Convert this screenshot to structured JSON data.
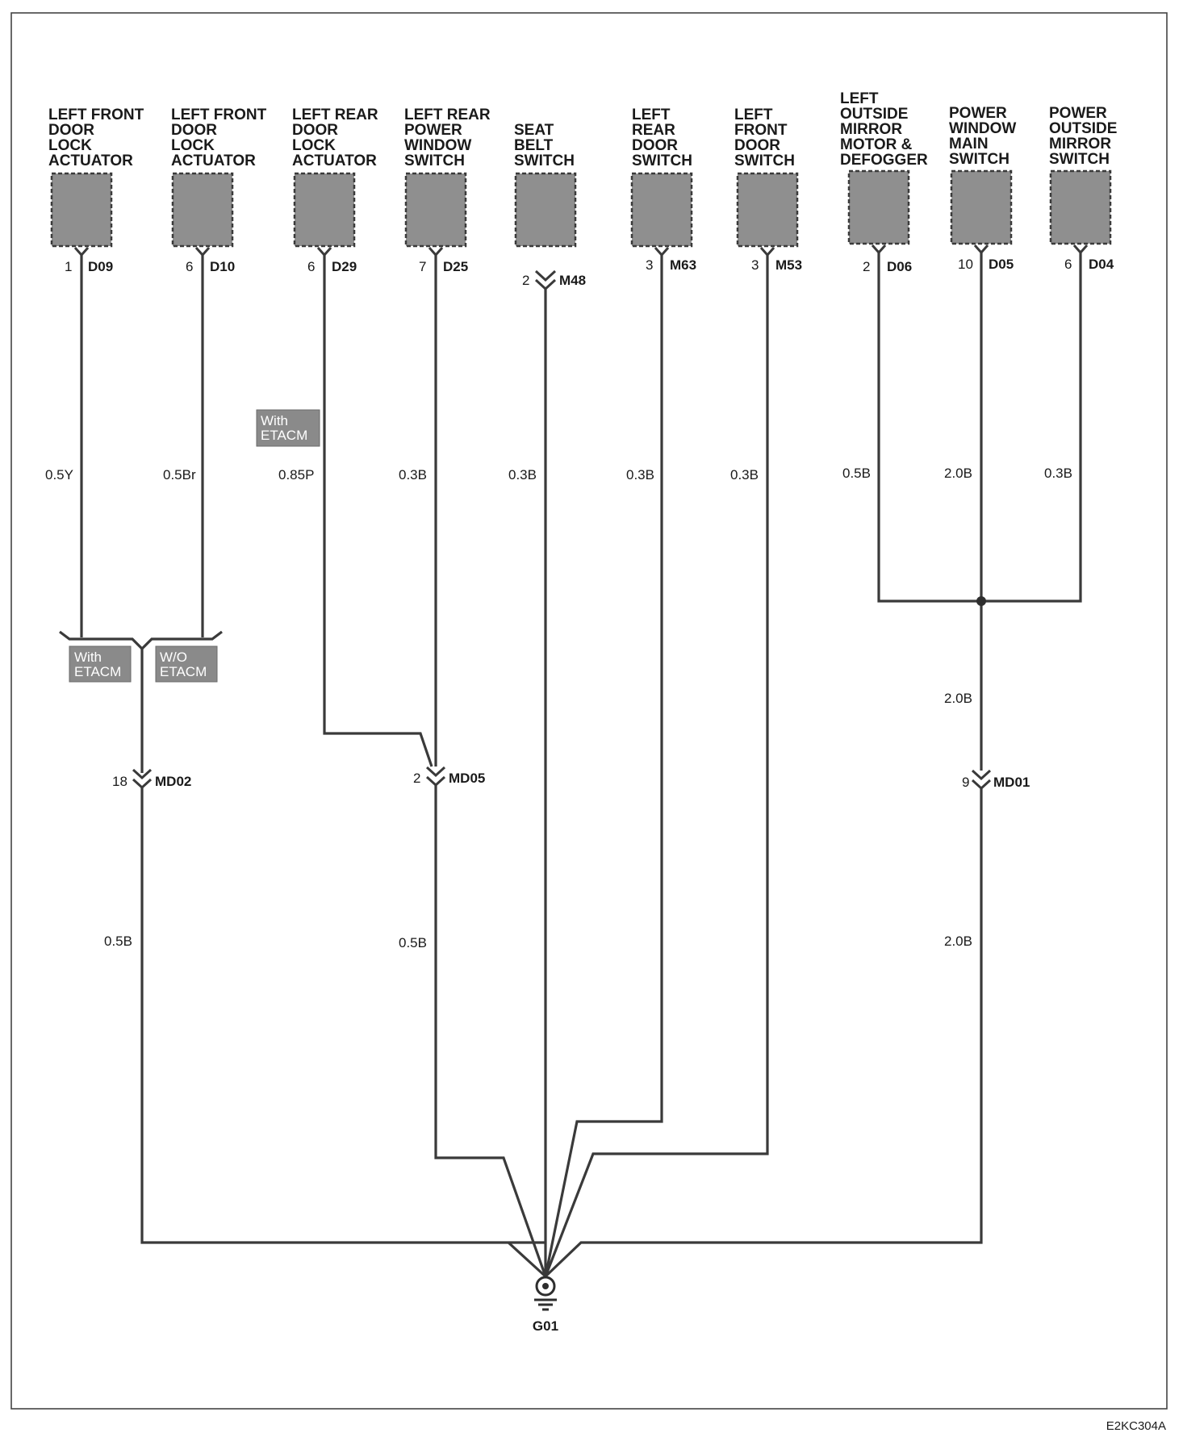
{
  "components": [
    {
      "id": "D09",
      "lines": [
        "LEFT FRONT",
        "DOOR",
        "LOCK",
        "ACTUATOR"
      ],
      "pin": "1",
      "connector": "D09",
      "wire": "0.5Y"
    },
    {
      "id": "D10",
      "lines": [
        "LEFT FRONT",
        "DOOR",
        "LOCK",
        "ACTUATOR"
      ],
      "pin": "6",
      "connector": "D10",
      "wire": "0.5Br"
    },
    {
      "id": "D29",
      "lines": [
        "LEFT REAR",
        "DOOR",
        "LOCK",
        "ACTUATOR"
      ],
      "pin": "6",
      "connector": "D29",
      "wire": "0.85P"
    },
    {
      "id": "D25",
      "lines": [
        "LEFT REAR",
        "POWER",
        "WINDOW",
        "SWITCH"
      ],
      "pin": "7",
      "connector": "D25",
      "wire": "0.3B"
    },
    {
      "id": "M48",
      "lines": [
        "SEAT",
        "BELT",
        "SWITCH"
      ],
      "pin": "2",
      "connector": "M48",
      "wire": "0.3B"
    },
    {
      "id": "M63",
      "lines": [
        "LEFT",
        "REAR",
        "DOOR",
        "SWITCH"
      ],
      "pin": "3",
      "connector": "M63",
      "wire": "0.3B"
    },
    {
      "id": "M53",
      "lines": [
        "LEFT",
        "FRONT",
        "DOOR",
        "SWITCH"
      ],
      "pin": "3",
      "connector": "M53",
      "wire": "0.3B"
    },
    {
      "id": "D06",
      "lines": [
        "LEFT",
        "OUTSIDE",
        "MIRROR",
        "MOTOR &",
        "DEFOGGER"
      ],
      "pin": "2",
      "connector": "D06",
      "wire": "0.5B"
    },
    {
      "id": "D05",
      "lines": [
        "POWER",
        "WINDOW",
        "MAIN",
        "SWITCH"
      ],
      "pin": "10",
      "connector": "D05",
      "wire": "2.0B"
    },
    {
      "id": "D04",
      "lines": [
        "POWER",
        "OUTSIDE",
        "MIRROR",
        "SWITCH"
      ],
      "pin": "6",
      "connector": "D04",
      "wire": "0.3B"
    }
  ],
  "notes": {
    "with_etacm_upper": [
      "With",
      "ETACM"
    ],
    "with_etacm_lower": [
      "With",
      "ETACM"
    ],
    "without_etacm": [
      "W/O",
      "ETACM"
    ]
  },
  "junctions": [
    {
      "id": "MD02",
      "pin": "18",
      "connector": "MD02",
      "wire_below": "0.5B"
    },
    {
      "id": "MD05",
      "pin": "2",
      "connector": "MD05",
      "wire_below": "0.5B"
    },
    {
      "id": "MD01",
      "pin": "9",
      "connector": "MD01",
      "wire_above": "2.0B",
      "wire_below": "2.0B"
    }
  ],
  "ground": {
    "label": "G01"
  },
  "figure_code": "E2KC304A"
}
